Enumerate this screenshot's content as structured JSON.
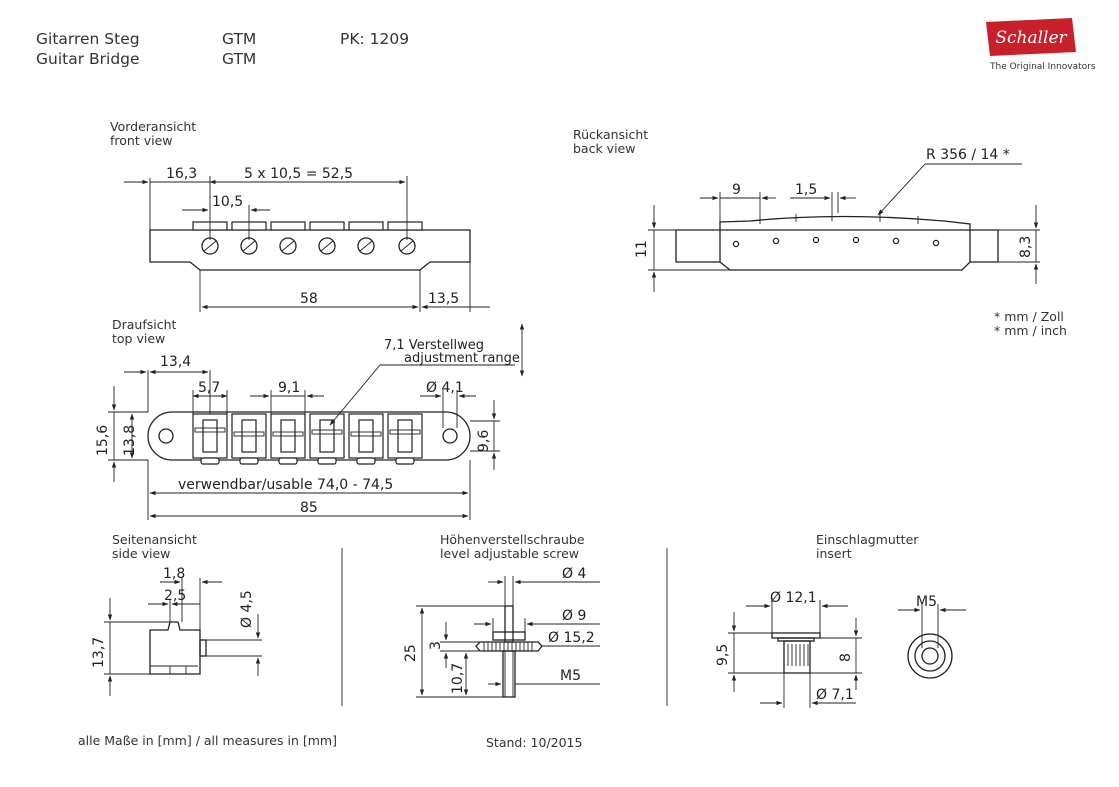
{
  "header": {
    "title_de": "Gitarren Steg",
    "title_en": "Guitar Bridge",
    "model_de": "GTM",
    "model_en": "GTM",
    "pk": "PK: 1209",
    "logo_text": "Schaller",
    "tagline": "The Original Innovators"
  },
  "views": {
    "front": {
      "de": "Vorderansicht",
      "en": "front view"
    },
    "back": {
      "de": "Rückansicht",
      "en": "back view"
    },
    "top": {
      "de": "Draufsicht",
      "en": "top view"
    },
    "side": {
      "de": "Seitenansicht",
      "en": "side view"
    },
    "screw": {
      "de": "Höhenverstellschraube",
      "en": "level adjustable screw"
    },
    "insert": {
      "de": "Einschlagmutter",
      "en": "insert"
    }
  },
  "dimensions": {
    "front": {
      "d16_3": "16,3",
      "spacing_total": "5 x 10,5 = 52,5",
      "d10_5": "10,5",
      "d58": "58",
      "d13_5": "13,5"
    },
    "back": {
      "radius": "R 356 / 14 *",
      "d9": "9",
      "d1_5": "1,5",
      "d11": "11",
      "d8_3": "8,3"
    },
    "units_note": {
      "line1": "* mm / Zoll",
      "line2": "* mm / inch"
    },
    "top": {
      "adj_de": "7,1 Verstellweg",
      "adj_en": "adjustment range",
      "d13_4": "13,4",
      "d5_7": "5,7",
      "d9_1": "9,1",
      "d4_1": "Ø 4,1",
      "d15_6": "15,6",
      "d13_8": "13,8",
      "d9_6": "9,6",
      "usable": "verwendbar/usable 74,0 - 74,5",
      "d85": "85"
    },
    "side": {
      "d1_8": "1,8",
      "d2_5": "2,5",
      "d4_5": "Ø 4,5",
      "d13_7": "13,7"
    },
    "screw": {
      "d4": "Ø 4",
      "d9": "Ø 9",
      "d15_2": "Ø 15,2",
      "d25": "25",
      "d3": "3",
      "d10_7": "10,7",
      "m5": "M5"
    },
    "insert": {
      "d12_1": "Ø 12,1",
      "m5": "M5",
      "d9_5": "9,5",
      "d8": "8",
      "d7_1": "Ø 7,1"
    }
  },
  "footer": {
    "measures": "alle Maße in [mm] / all measures in [mm]",
    "stand": "Stand: 10/2015"
  }
}
